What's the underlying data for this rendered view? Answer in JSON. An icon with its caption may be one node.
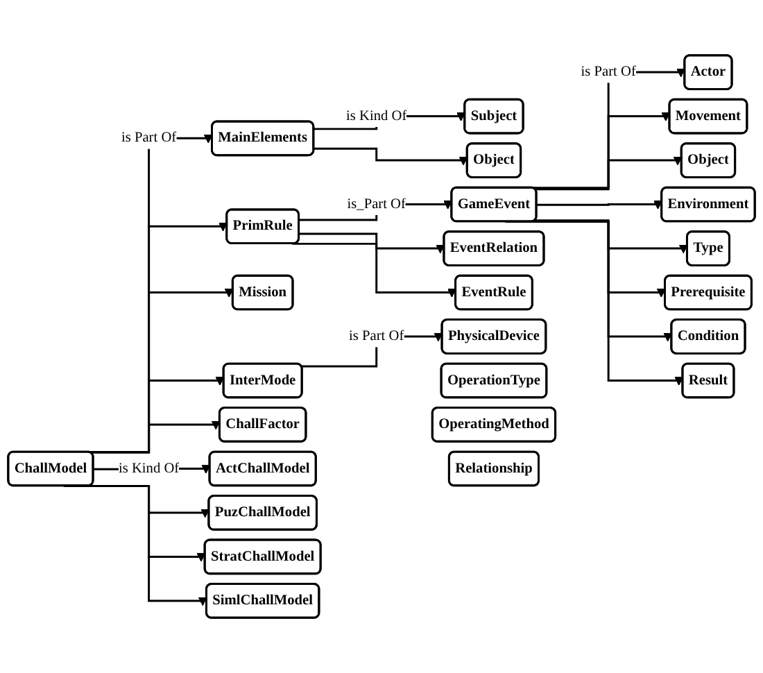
{
  "diagram": {
    "nodes": [
      {
        "text": [
          "ChallModel"
        ]
      },
      {
        "text": [
          "MainElements"
        ]
      },
      {
        "text": [
          "Subject"
        ]
      },
      {
        "text": [
          "Object"
        ]
      },
      {
        "text": [
          "PrimRule"
        ]
      },
      {
        "text": [
          "GameEvent"
        ]
      },
      {
        "text": [
          "EventRelation"
        ]
      },
      {
        "text": [
          "EventRule"
        ]
      },
      {
        "text": [
          "Mission"
        ]
      },
      {
        "text": [
          "InterMode"
        ]
      },
      {
        "text": [
          "PhysicalDevice"
        ]
      },
      {
        "text": [
          "OperationType"
        ]
      },
      {
        "text": [
          "OperatingMethod"
        ]
      },
      {
        "text": [
          "Relationship"
        ]
      },
      {
        "text": [
          "ChallFactor"
        ]
      },
      {
        "text": [
          "Actor"
        ]
      },
      {
        "text": [
          "Movement"
        ]
      },
      {
        "text": [
          "Object"
        ]
      },
      {
        "text": [
          "Environment"
        ]
      },
      {
        "text": [
          "Type"
        ]
      },
      {
        "text": [
          "Prerequisite"
        ]
      },
      {
        "text": [
          "Condition"
        ]
      },
      {
        "text": [
          "Result"
        ]
      },
      {
        "text": [
          "ActChallModel"
        ]
      },
      {
        "text": [
          "PuzChallModel"
        ]
      },
      {
        "text": [
          "StratChallModel"
        ]
      },
      {
        "text": [
          "SimlChallModel"
        ]
      }
    ],
    "edges": [
      {
        "from": 0,
        "to": 1,
        "arrow": "to",
        "label": "is Part Of"
      },
      {
        "from": 0,
        "to": 4,
        "arrow": "to"
      },
      {
        "from": 0,
        "to": 8,
        "arrow": "to"
      },
      {
        "from": 0,
        "to": 9,
        "arrow": "to"
      },
      {
        "from": 0,
        "to": 14,
        "arrow": "to"
      },
      {
        "from": 1,
        "to": 2,
        "arrow": "to",
        "label": "is Kind Of"
      },
      {
        "from": 1,
        "to": 3,
        "arrow": "to"
      },
      {
        "from": 4,
        "to": 5,
        "arrow": "to",
        "label": "is_Part Of"
      },
      {
        "from": 4,
        "to": 6,
        "arrow": "to"
      },
      {
        "from": 4,
        "to": 7,
        "arrow": "to"
      },
      {
        "from": 5,
        "to": 15,
        "arrow": "to",
        "label": "is Part Of"
      },
      {
        "from": 5,
        "to": 16,
        "arrow": "to"
      },
      {
        "from": 5,
        "to": 17,
        "arrow": "to"
      },
      {
        "from": 5,
        "to": 18,
        "arrow": "to"
      },
      {
        "from": 5,
        "to": 19,
        "arrow": "to"
      },
      {
        "from": 5,
        "to": 20,
        "arrow": "to"
      },
      {
        "from": 5,
        "to": 21,
        "arrow": "to"
      },
      {
        "from": 5,
        "to": 22,
        "arrow": "to"
      },
      {
        "from": 9,
        "to": 10,
        "arrow": "to",
        "label": "is Part Of"
      },
      {
        "from": 0,
        "to": 23,
        "arrow": "to",
        "label": "is Kind Of"
      },
      {
        "from": 0,
        "to": 24,
        "arrow": "to"
      },
      {
        "from": 0,
        "to": 25,
        "arrow": "to"
      },
      {
        "from": 0,
        "to": 26,
        "arrow": "to"
      }
    ]
  }
}
